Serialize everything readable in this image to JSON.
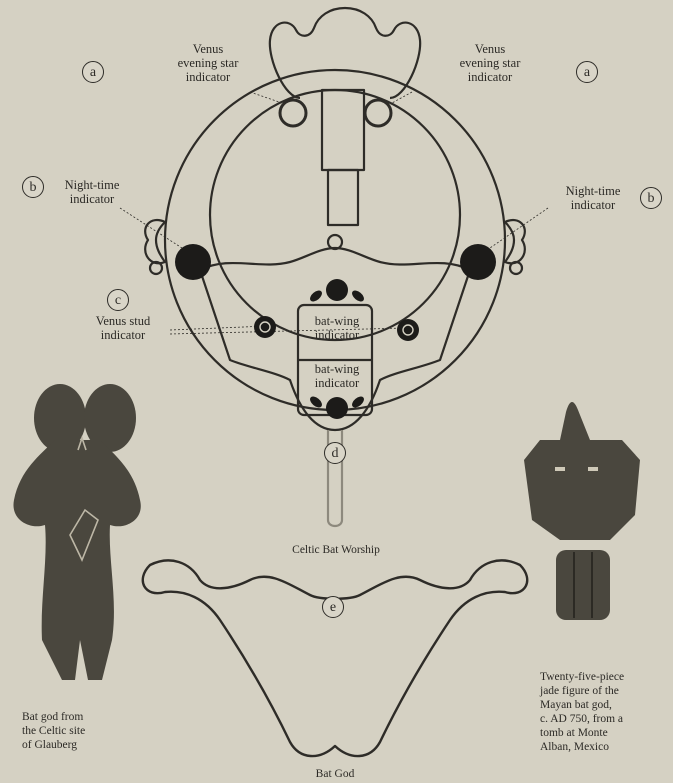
{
  "markers": {
    "a": "a",
    "b": "b",
    "c": "c",
    "d": "d",
    "e": "e"
  },
  "labels": {
    "venus_left": "Venus\nevening star\nindicator",
    "venus_right": "Venus\nevening star\nindicator",
    "night_left": "Night-time\nindicator",
    "night_right": "Night-time\nindicator",
    "venus_stud": "Venus stud\nindicator",
    "batwing_top": "bat-wing\nindicator",
    "batwing_bottom": "bat-wing\nindicator"
  },
  "captions": {
    "celtic": "Celtic Bat Worship",
    "bat_god": "Bat God",
    "glauberg": "Bat god from\nthe Celtic site\nof Glauberg",
    "mayan": "Twenty-five-piece\njade figure of the\nMayan bat god,\nc. AD 750, from a\ntomb at Monte\nAlban, Mexico"
  },
  "colors": {
    "paper": "#d5d1c3",
    "ink": "#2e2c28",
    "stud": "#1c1b19",
    "figure": "#4a473e"
  }
}
